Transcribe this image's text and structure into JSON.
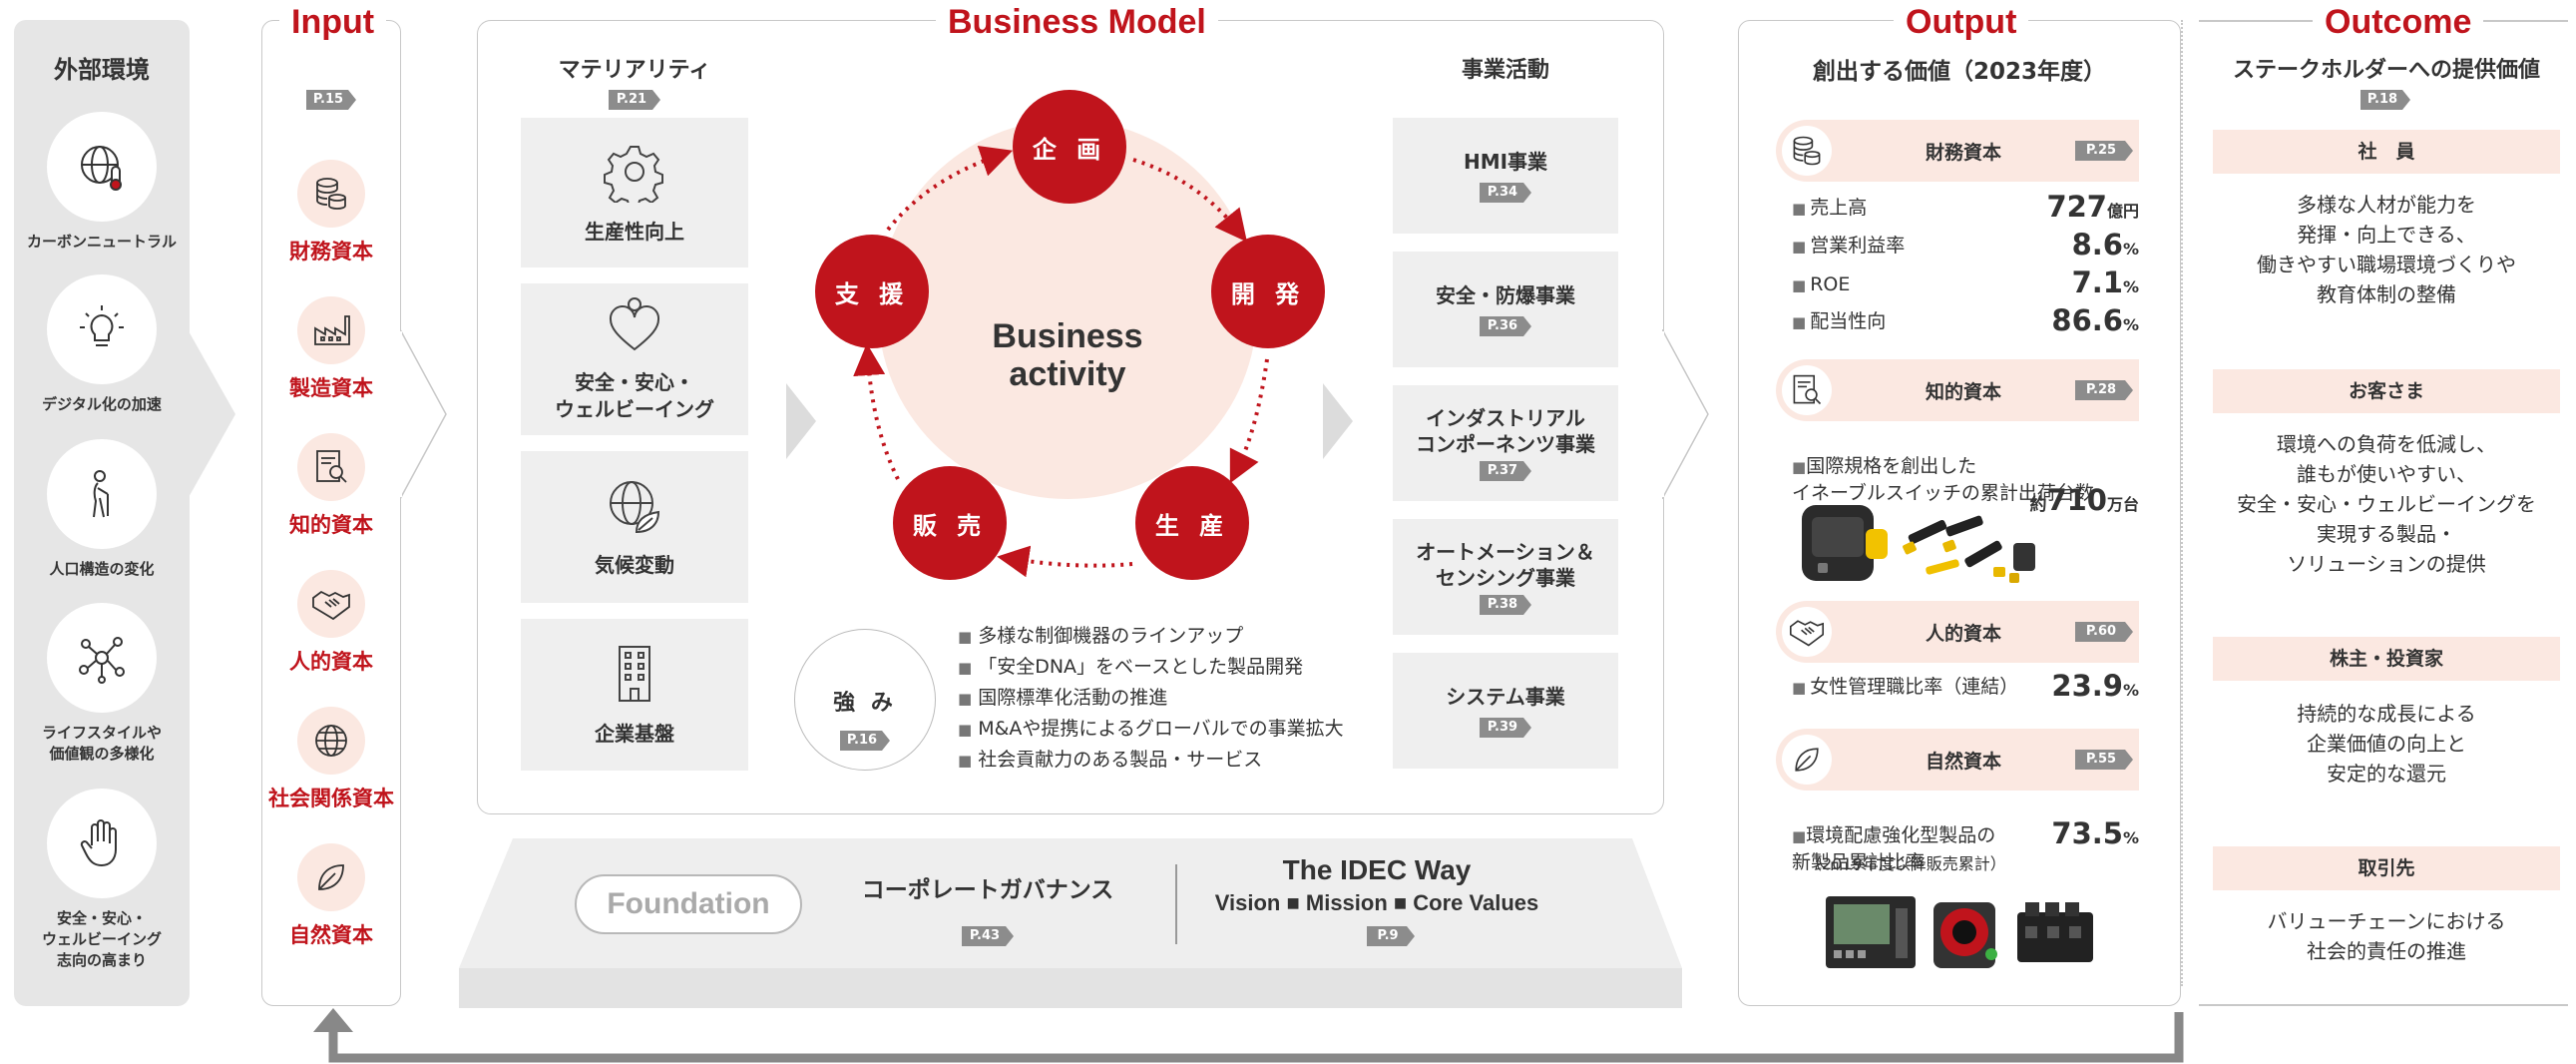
{
  "external": {
    "title": "外部環境",
    "items": [
      {
        "label": "カーボンニュートラル",
        "icon": "globe-thermometer-icon"
      },
      {
        "label": "デジタル化の加速",
        "icon": "lightbulb-icon"
      },
      {
        "label": "人口構造の変化",
        "icon": "elderly-person-icon"
      },
      {
        "label": "ライフスタイルや\n価値観の多様化",
        "icon": "network-nodes-icon"
      },
      {
        "label": "安全・安心・\nウェルビーイング\n志向の高まり",
        "icon": "hand-icon"
      }
    ]
  },
  "input": {
    "title": "Input",
    "page": "P.15",
    "items": [
      {
        "label": "財務資本",
        "icon": "coins-icon"
      },
      {
        "label": "製造資本",
        "icon": "factory-icon"
      },
      {
        "label": "知的資本",
        "icon": "document-search-icon"
      },
      {
        "label": "人的資本",
        "icon": "handshake-icon"
      },
      {
        "label": "社会関係資本",
        "icon": "globe-icon"
      },
      {
        "label": "自然資本",
        "icon": "leaf-icon"
      }
    ]
  },
  "business_model": {
    "title": "Business Model",
    "materiality": {
      "title": "マテリアリティ",
      "page": "P.21",
      "items": [
        {
          "label": "生産性向上",
          "icon": "gear-icon"
        },
        {
          "label": "安全・安心・\nウェルビーイング",
          "icon": "heart-person-icon"
        },
        {
          "label": "気候変動",
          "icon": "globe-leaf-icon"
        },
        {
          "label": "企業基盤",
          "icon": "building-icon"
        }
      ]
    },
    "activity": {
      "center": "Business\nactivity",
      "nodes": [
        "企 画",
        "開 発",
        "生 産",
        "販 売",
        "支 援"
      ]
    },
    "strengths": {
      "title": "強 み",
      "page": "P.16",
      "items": [
        "多様な制御機器のラインアップ",
        "「安全DNA」をベースとした製品開発",
        "国際標準化活動の推進",
        "M&Aや提携によるグローバルでの事業拡大",
        "社会貢献力のある製品・サービス"
      ]
    },
    "businesses": {
      "title": "事業活動",
      "items": [
        {
          "label": "HMI事業",
          "page": "P.34"
        },
        {
          "label": "安全・防爆事業",
          "page": "P.36"
        },
        {
          "label": "インダストリアル\nコンポーネンツ事業",
          "page": "P.37"
        },
        {
          "label": "オートメーション＆\nセンシング事業",
          "page": "P.38"
        },
        {
          "label": "システム事業",
          "page": "P.39"
        }
      ]
    }
  },
  "foundation": {
    "label": "Foundation",
    "governance": "コーポレートガバナンス",
    "governance_page": "P.43",
    "way_title": "The IDEC Way",
    "way_sub": "Vision ■ Mission ■ Core Values",
    "way_page": "P.9"
  },
  "output": {
    "title": "Output",
    "subtitle": "創出する価値（2023年度）",
    "financial": {
      "title": "財務資本",
      "page": "P.25",
      "rows": [
        {
          "label": "売上高",
          "value": "727",
          "unit": "億円"
        },
        {
          "label": "営業利益率",
          "value": "8.6",
          "unit": "%"
        },
        {
          "label": "ROE",
          "value": "7.1",
          "unit": "%"
        },
        {
          "label": "配当性向",
          "value": "86.6",
          "unit": "%"
        }
      ]
    },
    "intellectual": {
      "title": "知的資本",
      "page": "P.28",
      "text": "国際規格を創出した\nイネーブルスイッチの累計出荷台数",
      "prefix": "約",
      "value": "710",
      "unit": "万台"
    },
    "human": {
      "title": "人的資本",
      "page": "P.60",
      "label": "女性管理職比率（連結）",
      "value": "23.9",
      "unit": "%"
    },
    "natural": {
      "title": "自然資本",
      "page": "P.55",
      "text": "環境配慮強化型製品の\n新製品累計比率",
      "note": "（2019年度以降販売累計）",
      "value": "73.5",
      "unit": "%"
    }
  },
  "outcome": {
    "title": "Outcome",
    "subtitle": "ステークホルダーへの提供価値",
    "page": "P.18",
    "items": [
      {
        "head": "社　員",
        "body": "多様な人材が能力を\n発揮・向上できる、\n働きやすい職場環境づくりや\n教育体制の整備"
      },
      {
        "head": "お客さま",
        "body": "環境への負荷を低減し、\n誰もが使いやすい、\n安全・安心・ウェルビーイングを\n実現する製品・\nソリューションの提供"
      },
      {
        "head": "株主・投資家",
        "body": "持続的な成長による\n企業価値の向上と\n安定的な還元"
      },
      {
        "head": "取引先",
        "body": "バリューチェーンにおける\n社会的責任の推進"
      }
    ]
  },
  "colors": {
    "accent": "#c0141c",
    "pale": "#fbe8e1",
    "gray": "#8c8c8c"
  }
}
